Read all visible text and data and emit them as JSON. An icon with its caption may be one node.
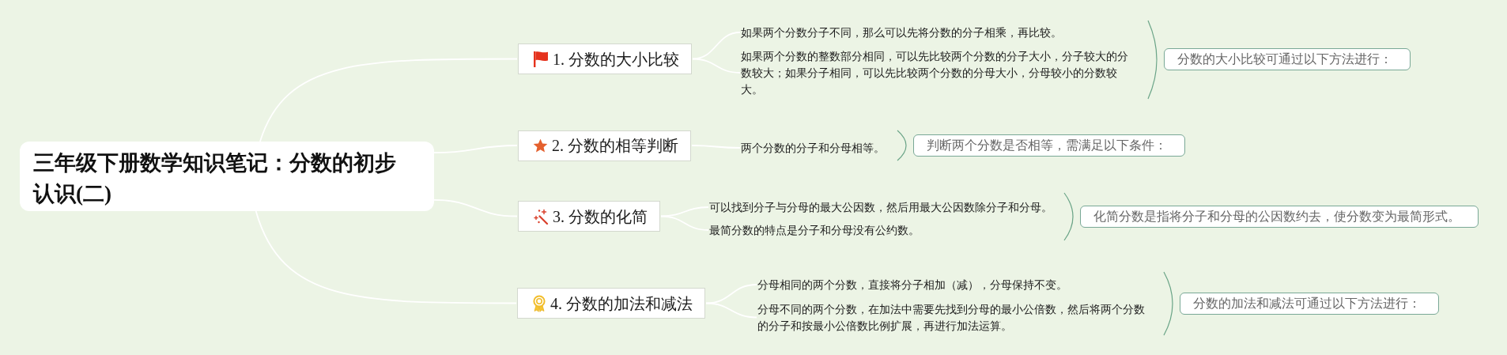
{
  "diagram": {
    "nodes": [
      {
        "text": [
          "三年级下册数学知识笔记：分数的初步认识(二)"
        ]
      },
      {
        "text": [
          "1. 分数的大小比较"
        ]
      },
      {
        "text": [
          "如果两个分数分子不同，那么可以先将分数的分子相乘，再比较。"
        ]
      },
      {
        "text": [
          "如果两个分数的整数部分相同，可以先比较两个分数的分子大小，分子较大的分数较大；如果分子相同，可以先比较两个分数的分母大小，分母较小的分数较大。"
        ]
      },
      {
        "text": [
          "分数的大小比较可通过以下方法进行："
        ]
      },
      {
        "text": [
          "2. 分数的相等判断"
        ]
      },
      {
        "text": [
          "两个分数的分子和分母相等。"
        ]
      },
      {
        "text": [
          "判断两个分数是否相等，需满足以下条件："
        ]
      },
      {
        "text": [
          "3. 分数的化简"
        ]
      },
      {
        "text": [
          "可以找到分子与分母的最大公因数，然后用最大公因数除分子和分母。"
        ]
      },
      {
        "text": [
          "最简分数的特点是分子和分母没有公约数。"
        ]
      },
      {
        "text": [
          "化简分数是指将分子和分母的公因数约去，使分数变为最简形式。"
        ]
      },
      {
        "text": [
          "4. 分数的加法和减法"
        ]
      },
      {
        "text": [
          "分母相同的两个分数，直接将分子相加（减），分母保持不变。"
        ]
      },
      {
        "text": [
          "分母不同的两个分数，在加法中需要先找到分母的最小公倍数，然后将两个分数的分子和按最小公倍数比例扩展，再进行加法运算。"
        ]
      },
      {
        "text": [
          "分数的加法和减法可通过以下方法进行："
        ]
      }
    ],
    "edges": [
      {
        "from": 0,
        "to": 1,
        "arrow": "none"
      },
      {
        "from": 0,
        "to": 5,
        "arrow": "none"
      },
      {
        "from": 0,
        "to": 8,
        "arrow": "none"
      },
      {
        "from": 0,
        "to": 12,
        "arrow": "none"
      },
      {
        "from": 1,
        "to": 2,
        "arrow": "none"
      },
      {
        "from": 1,
        "to": 3,
        "arrow": "none"
      },
      {
        "from": 5,
        "to": 6,
        "arrow": "none"
      },
      {
        "from": 8,
        "to": 9,
        "arrow": "none"
      },
      {
        "from": 8,
        "to": 10,
        "arrow": "none"
      },
      {
        "from": 12,
        "to": 13,
        "arrow": "none"
      },
      {
        "from": 12,
        "to": 14,
        "arrow": "none"
      }
    ]
  }
}
